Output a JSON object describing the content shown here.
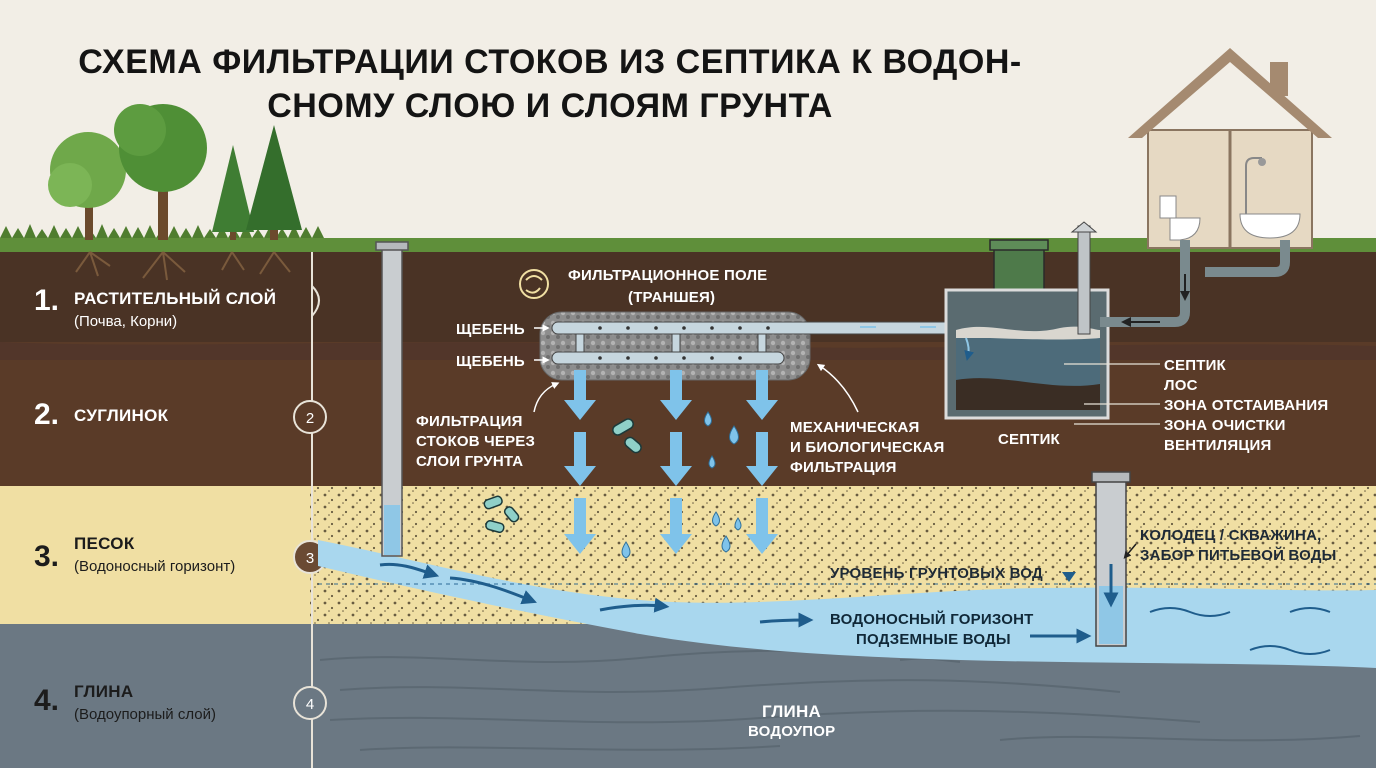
{
  "title": {
    "line1": "СХЕМА ФИЛЬТРАЦИИ СТОКОВ ИЗ СЕПТИКА К ВОДОН-",
    "line2": "СНОМУ СЛОЮ И СЛОЯМ ГРУНТА"
  },
  "layers": [
    {
      "number": "1.",
      "name": "РАСТИТЕЛЬНЫЙ СЛОЙ",
      "subtitle": "(Почва, Корни)",
      "color": "#4a3325"
    },
    {
      "number": "2.",
      "name": "СУГЛИНОК",
      "subtitle": "",
      "marker": "2",
      "color": "#5a3b28"
    },
    {
      "number": "3.",
      "name": "ПЕСОК",
      "subtitle": "(Водоносный горизонт)",
      "marker": "3",
      "color": "#f0dfa3"
    },
    {
      "number": "4.",
      "name": "ГЛИНА",
      "subtitle": "(Водоупорный слой)",
      "marker": "4",
      "color": "#6b7883"
    }
  ],
  "field": {
    "title_line1": "ФИЛЬТРАЦИОННОЕ ПОЛЕ",
    "title_line2": "(ТРАНШЕЯ)",
    "gravel_label_top": "ЩЕБЕНЬ",
    "gravel_label_bottom": "ЩЕБЕНЬ",
    "filtration_left": [
      "ФИЛЬТРАЦИЯ",
      "СТОКОВ ЧЕРЕЗ",
      "СЛОИ ГРУНТА"
    ],
    "filtration_right": [
      "МЕХАНИЧЕСКАЯ",
      "И БИОЛОГИЧЕСКАЯ",
      "ФИЛЬТРАЦИЯ"
    ]
  },
  "septic": {
    "caption": "СЕПТИК",
    "legend": [
      "СЕПТИК",
      "ЛОС",
      "ЗОНА ОТСТАИВАНИЯ",
      "ЗОНА ОЧИСТКИ",
      "ВЕНТИЛЯЦИЯ"
    ]
  },
  "well": {
    "label_line1": "КОЛОДЕЦ / СКВАЖИНА,",
    "label_line2": "ЗАБОР ПИТЬЕВОЙ ВОДЫ"
  },
  "groundwater": {
    "level_label": "УРОВЕНЬ ГРУНТОВЫХ ВОД",
    "aquifer_line1": "ВОДОНОСНЫЙ ГОРИЗОНТ",
    "aquifer_line2": "ПОДЗЕМНЫЕ ВОДЫ"
  },
  "clay": {
    "label_line1": "ГЛИНА",
    "label_line2": "ВОДОУПОР"
  },
  "colors": {
    "sky": "#f2eee6",
    "grass": "#5f8f3a",
    "water": "#a9d7ee",
    "water_arrow": "#1f5d8c",
    "drop": "#7fc3ea",
    "house_wall": "#e6d9c3",
    "house_roof": "#a58a70",
    "septic_tank": "#5a6b70"
  }
}
